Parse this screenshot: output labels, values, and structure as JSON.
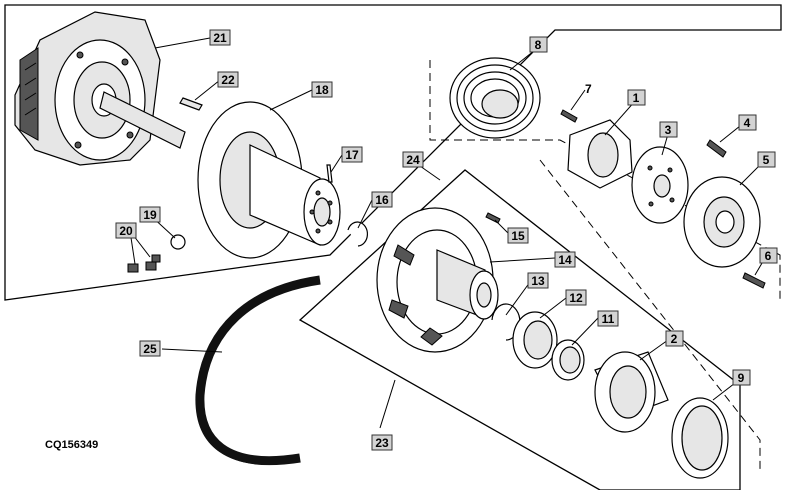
{
  "figure_code": "CQ156349",
  "callouts": [
    "21",
    "22",
    "18",
    "17",
    "16",
    "19",
    "20",
    "8",
    "7",
    "1",
    "3",
    "4",
    "5",
    "6",
    "24",
    "15",
    "14",
    "13",
    "12",
    "11",
    "2",
    "9",
    "25",
    "23"
  ]
}
